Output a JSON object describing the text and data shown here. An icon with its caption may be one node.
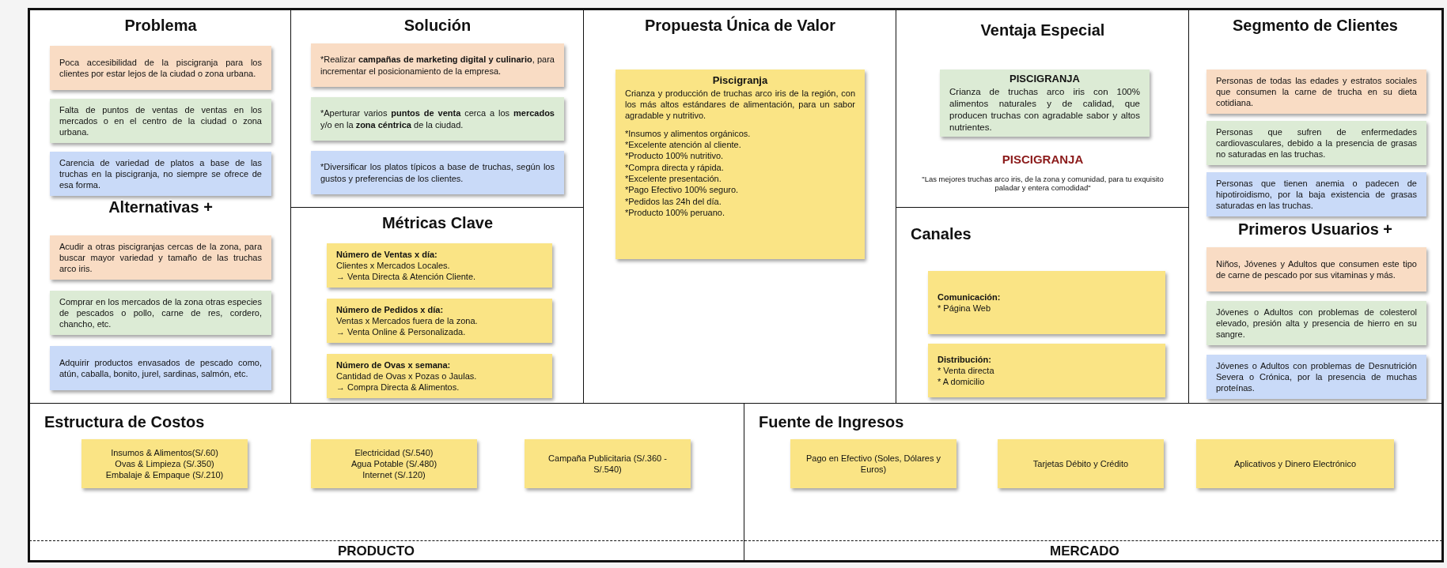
{
  "diagram": {
    "nodes": [
      {
        "text": [
          "Problema",
          "Alternativas +"
        ]
      },
      {
        "text": [
          "Poca accesibilidad de la piscigranja para los clientes por estar lejos de la ciudad o zona urbana."
        ],
        "in": 0
      },
      {
        "text": [
          "Falta de puntos de ventas de ventas en los mercados o en el centro de la ciudad o zona urbana."
        ],
        "in": 0
      },
      {
        "text": [
          "Carencia de variedad de platos a base de las truchas en la piscigranja, no siempre se ofrece de esa forma."
        ],
        "in": 0
      },
      {
        "text": [
          "Acudir a otras piscigranjas cercas de la zona, para buscar mayor variedad y tamaño de las truchas arco iris."
        ],
        "in": 0
      },
      {
        "text": [
          "Comprar en los mercados de la zona otras especies de pescados o pollo, carne de res, cordero, chancho, etc."
        ],
        "in": 0
      },
      {
        "text": [
          "Adquirir productos envasados de pescado como, atún, caballa, bonito, jurel, sardinas, salmón, etc."
        ],
        "in": 0
      },
      {
        "text": [
          "Solución"
        ]
      },
      {
        "text": [
          "*Realizar **campañas de marketing digital y culinario**, para incrementar el posicionamiento de la empresa."
        ],
        "in": 7
      },
      {
        "text": [
          "*Aperturar varios **puntos de venta** cerca a los **mercados** y/o en la **zona céntrica** de la ciudad."
        ],
        "in": 7
      },
      {
        "text": [
          "*Diversificar los platos típicos a base de truchas, según los gustos y preferencias de los clientes."
        ],
        "in": 7
      },
      {
        "text": [
          "Métricas Clave"
        ]
      },
      {
        "text": [
          "Número de Ventas x día:",
          "Clientes x Mercados Locales.",
          "→ Venta Directa & Atención Cliente."
        ],
        "in": 11
      },
      {
        "text": [
          "Número de Pedidos x día:",
          "Ventas x Mercados fuera de la zona.",
          "→ Venta Online & Personalizada."
        ],
        "in": 11
      },
      {
        "text": [
          "Número de Ovas x semana:",
          "Cantidad de Ovas x Pozas o Jaulas.",
          "→ Compra Directa & Alimentos."
        ],
        "in": 11
      },
      {
        "text": [
          "Propuesta Única de Valor"
        ]
      },
      {
        "text": [
          "Piscigranja",
          "Crianza y producción de truchas arco iris de la región, con los más altos estándares de alimentación, para un sabor agradable y nutritivo.",
          "*Insumos y alimentos orgánicos.",
          "*Excelente atención al cliente.",
          "*Producto 100% nutritivo.",
          "*Compra directa y rápida.",
          "*Excelente presentación.",
          "*Pago Efectivo 100% seguro.",
          "*Pedidos las 24h del día.",
          "*Producto 100% peruano."
        ],
        "in": 15
      },
      {
        "text": [
          "Ventaja Especial",
          "PISCIGRANJA",
          "\"Las mejores truchas arco iris, de la zona y comunidad, para tu exquisito paladar y entera comodidad\""
        ]
      },
      {
        "text": [
          "PISCIGRANJA",
          "Crianza de truchas arco iris con 100% alimentos naturales y de calidad, que producen truchas con agradable sabor y altos nutrientes."
        ],
        "in": 17
      },
      {
        "text": [
          "Canales"
        ]
      },
      {
        "text": [
          "Comunicación:",
          "* Página Web"
        ],
        "in": 19
      },
      {
        "text": [
          "Distribución:",
          "* Venta directa",
          "* A domicilio"
        ],
        "in": 19
      },
      {
        "text": [
          "Segmento de Clientes",
          "Primeros Usuarios +"
        ]
      },
      {
        "text": [
          "Personas de todas las edades y estratos sociales que consumen la carne de trucha en su dieta cotidiana."
        ],
        "in": 22
      },
      {
        "text": [
          "Personas que sufren de enfermedades cardiovasculares, debido a la presencia de grasas no saturadas en las truchas."
        ],
        "in": 22
      },
      {
        "text": [
          "Personas que tienen anemia o padecen de hipotiroidismo, por la baja existencia de grasas saturadas en las truchas."
        ],
        "in": 22
      },
      {
        "text": [
          "Niños, Jóvenes y Adultos que consumen este tipo de carne de pescado por sus vitaminas y más."
        ],
        "in": 22
      },
      {
        "text": [
          "Jóvenes o Adultos con problemas de colesterol elevado, presión alta y presencia de hierro en su sangre."
        ],
        "in": 22
      },
      {
        "text": [
          "Jóvenes o Adultos con problemas de Desnutrición Severa o Crónica, por la presencia de muchas proteínas."
        ],
        "in": 22
      },
      {
        "text": [
          "Estructura de Costos"
        ]
      },
      {
        "text": [
          "Insumos & Alimentos(S/.60)",
          "Ovas & Limpieza (S/.350)",
          "Embalaje & Empaque (S/.210)"
        ],
        "in": 29
      },
      {
        "text": [
          "Electricidad (S/.540)",
          "Agua Potable (S/.480)",
          "Internet (S/.120)"
        ],
        "in": 29
      },
      {
        "text": [
          "Campaña Publicitaria (S/.360 - S/.540)"
        ],
        "in": 29
      },
      {
        "text": [
          "Fuente de Ingresos"
        ]
      },
      {
        "text": [
          "Pago en Efectivo (Soles, Dólares y Euros)"
        ],
        "in": 33
      },
      {
        "text": [
          "Tarjetas Débito y Crédito"
        ],
        "in": 33
      },
      {
        "text": [
          "Aplicativos y Dinero Electrónico"
        ],
        "in": 33
      }
    ],
    "labels": [
      "PRODUCTO",
      "MERCADO"
    ]
  }
}
